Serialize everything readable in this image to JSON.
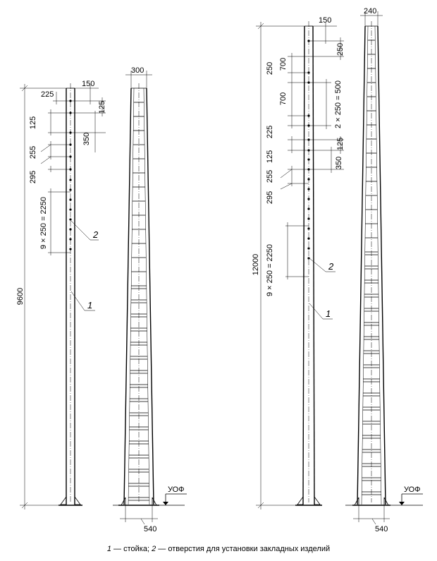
{
  "left": {
    "total_height": "9600",
    "top_width": "300",
    "base_width": "540",
    "ground_label": "УОФ",
    "dims_right": [
      "150",
      "125",
      "350"
    ],
    "dims_left": [
      "225",
      "125",
      "255",
      "295",
      "9 × 250 = 2250"
    ],
    "callout_1": "1",
    "callout_2": "2"
  },
  "right": {
    "total_height": "12000",
    "top_width": "240",
    "base_width": "540",
    "ground_label": "УОФ",
    "dims_right": [
      "150",
      "250",
      "2 × 250 = 500",
      "125",
      "350"
    ],
    "dims_left": [
      "250",
      "700",
      "700",
      "225",
      "125",
      "255",
      "295",
      "9 × 250 = 2250"
    ],
    "callout_1": "1",
    "callout_2": "2"
  },
  "caption": {
    "num1": "1",
    "text1": " — стойка; ",
    "num2": "2",
    "text2": " — отверстия для установки закладных изделий"
  }
}
